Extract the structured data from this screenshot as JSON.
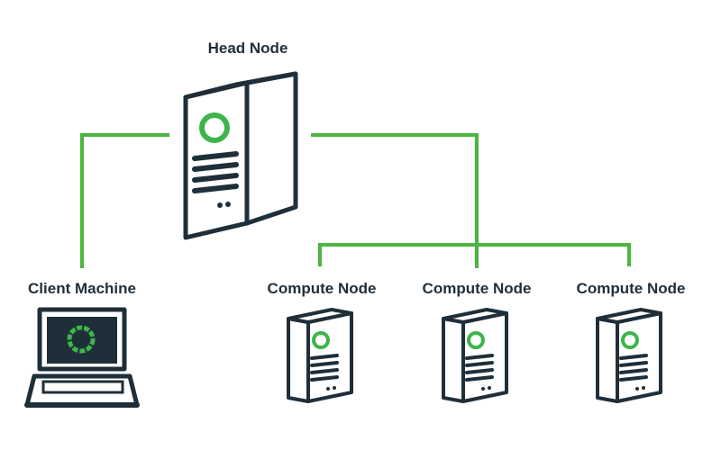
{
  "diagram": {
    "head_node": {
      "label": "Head Node"
    },
    "client_machine": {
      "label": "Client Machine"
    },
    "compute_nodes": [
      {
        "label": "Compute Node"
      },
      {
        "label": "Compute Node"
      },
      {
        "label": "Compute Node"
      }
    ]
  },
  "colors": {
    "connector": "#4cb53f",
    "outline": "#1f2f3a",
    "accent_ring": "#3db54a",
    "screen": "#1f2f3a"
  },
  "icons": {
    "head_node": "server-tower-icon",
    "client_machine": "laptop-icon",
    "compute_node": "server-tower-icon"
  }
}
